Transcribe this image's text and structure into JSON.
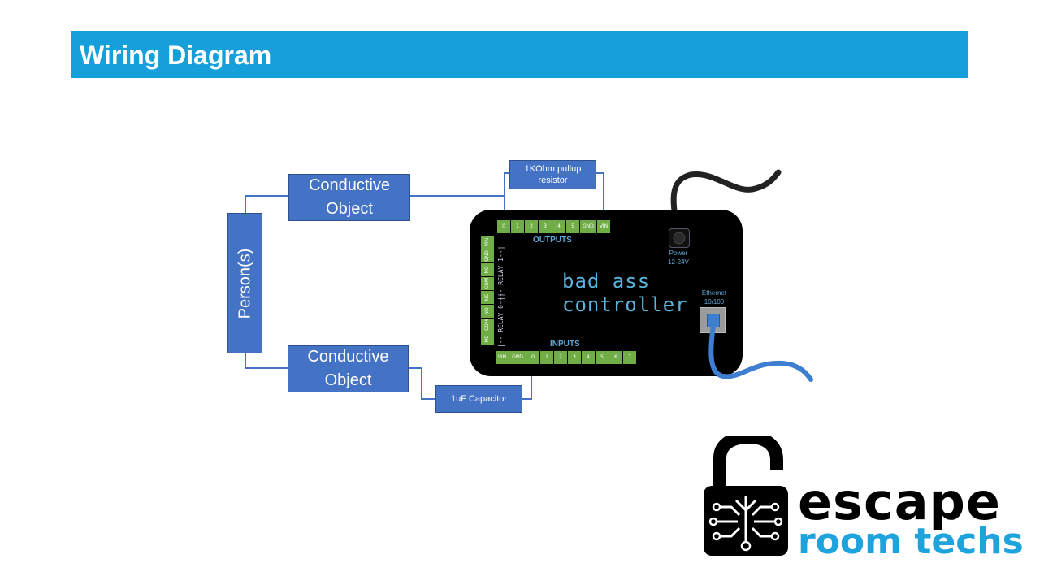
{
  "header": {
    "title": "Wiring Diagram"
  },
  "diagram": {
    "person": "Person(s)",
    "conductive_top": {
      "line1": "Conductive",
      "line2": "Object"
    },
    "conductive_bottom": {
      "line1": "Conductive",
      "line2": "Object"
    },
    "resistor": {
      "line1": "1KOhm pullup",
      "line2": "resistor"
    },
    "capacitor": "1uF Capacitor"
  },
  "controller": {
    "brand_line1": "bad ass",
    "brand_line2": "controller",
    "outputs_label": "OUTPUTS",
    "inputs_label": "INPUTS",
    "power": {
      "line1": "Power",
      "line2": "12-24V"
    },
    "ethernet": {
      "line1": "Ethernet",
      "line2": "10/100"
    },
    "relay0_label": "|-- RELAY 0--|",
    "relay1_label": "|-- RELAY 1--|",
    "output_terminals": [
      "0",
      "1",
      "2",
      "3",
      "4",
      "5",
      "GND",
      "VIN"
    ],
    "input_terminals": [
      "VIN",
      "GND",
      "0",
      "1",
      "2",
      "3",
      "4",
      "5",
      "6",
      "7"
    ],
    "relay_terminals": [
      "NC",
      "COM",
      "NO",
      "NC",
      "COM",
      "NO",
      "GND",
      "VIN"
    ]
  },
  "logo": {
    "line1": "escape",
    "line2": "room techs",
    "colors": {
      "primary": "#000000",
      "accent": "#1fa3dc"
    }
  },
  "colors": {
    "title_bar": "#159fdb",
    "box_fill": "#4472c4",
    "terminal": "#70ad47",
    "controller_body": "#000000",
    "power_cable": "#222222",
    "ethernet_cable": "#3e7ed0"
  }
}
